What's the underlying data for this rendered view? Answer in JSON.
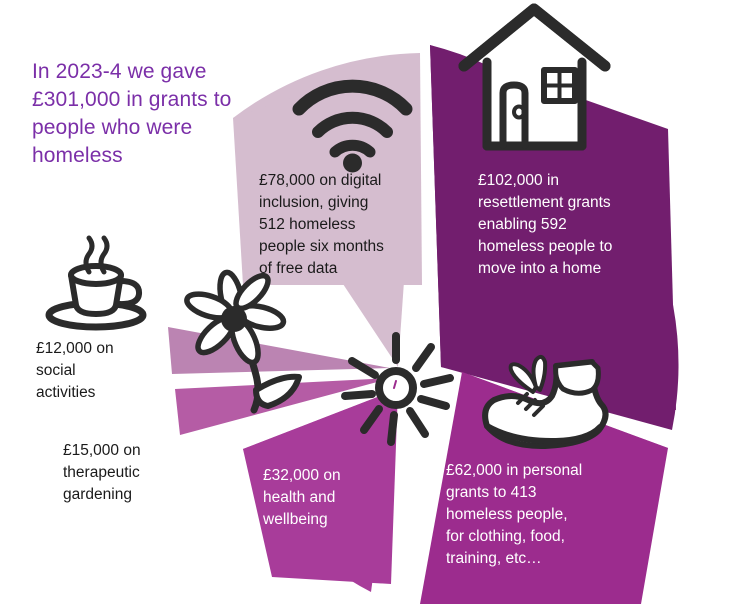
{
  "title": {
    "line1": "In 2023-4  we gave",
    "line2": "£301,000 in grants to",
    "line3": "people who were",
    "line4": "homeless",
    "color": "#7B2FA8"
  },
  "palette": {
    "light_purple": "#D5BDCF",
    "mid_purple": "#B55CA5",
    "mid_purple_pale": "#BB84B2",
    "deep_purple": "#721E6E",
    "ink": "#2b2b2b",
    "white": "#ffffff"
  },
  "chart_data": {
    "type": "pie",
    "title": "In 2023-4  we gave £301,000 in grants to people who were homeless",
    "total": 301000,
    "currency": "£",
    "units": "GBP",
    "legend": "inline labels",
    "exploded": true,
    "categories": [
      "Digital inclusion",
      "Resettlement grants",
      "Personal grants",
      "Health and wellbeing",
      "Therapeutic gardening",
      "Social activities"
    ],
    "values": [
      78000,
      102000,
      62000,
      32000,
      15000,
      12000
    ],
    "value_labels": [
      "£78,000",
      "£102,000",
      "£62,000",
      "£32,000",
      "£15,000",
      "£12,000"
    ],
    "percentages": [
      25.9,
      33.9,
      20.6,
      10.6,
      5.0,
      4.0
    ],
    "colors": [
      "#D5BDCF",
      "#721E6E",
      "#9C2C8E",
      "#A83C9A",
      "#B55CA5",
      "#BB84B2"
    ],
    "slices": [
      {
        "name": "digital-inclusion",
        "amount": "£78,000",
        "value": 78000,
        "label": "£78,000 on digital inclusion, giving 512 homeless people six months of free data",
        "beneficiaries": 512,
        "color": "#D5BDCF",
        "text_color": "#1a1a1a",
        "icon": "wifi-icon"
      },
      {
        "name": "resettlement",
        "amount": "£102,000",
        "value": 102000,
        "label": "£102,000 in resettlement grants enabling 592 homeless people to move into a home",
        "beneficiaries": 592,
        "color": "#721E6E",
        "text_color": "#ffffff",
        "icon": "house-icon"
      },
      {
        "name": "personal-grants",
        "amount": "£62,000",
        "value": 62000,
        "label": "£62,000 in  personal grants  to 413 homeless people, for clothing, food, training, etc…",
        "beneficiaries": 413,
        "color": "#9C2C8E",
        "text_color": "#ffffff",
        "icon": "shoe-icon"
      },
      {
        "name": "health-wellbeing",
        "amount": "£32,000",
        "value": 32000,
        "label": "£32,000 on health and wellbeing",
        "color": "#A83C9A",
        "text_color": "#ffffff",
        "icon": "sun-icon"
      },
      {
        "name": "therapeutic-gardening",
        "amount": "£15,000",
        "value": 15000,
        "label": "£15,000 on therapeutic gardening",
        "color": "#B55CA5",
        "text_color": "#1a1a1a",
        "icon": "flower-icon"
      },
      {
        "name": "social-activities",
        "amount": "£12,000",
        "value": 12000,
        "label": "£12,000 on social activities",
        "color": "#BB84B2",
        "text_color": "#1a1a1a",
        "icon": "teacup-icon"
      }
    ]
  },
  "labels": {
    "digital": {
      "l1": "£78,000 on digital",
      "l2": "inclusion, giving",
      "l3": "512 homeless",
      "l4": "people six months",
      "l5": "of free data"
    },
    "resettlement": {
      "l1": "£102,000 in",
      "l2": "resettlement grants",
      "l3": "enabling 592",
      "l4": "homeless people to",
      "l5": "move into a home"
    },
    "personal": {
      "l1": "£62,000 in  personal",
      "l2": "grants  to 413",
      "l3": "homeless people,",
      "l4": "for clothing, food,",
      "l5": "training, etc…"
    },
    "health": {
      "l1": "£32,000 on",
      "l2": "health and",
      "l3": "wellbeing"
    },
    "social": {
      "l1": "£12,000 on",
      "l2": "social",
      "l3": "activities"
    },
    "gardening": {
      "l1": "£15,000 on",
      "l2": "therapeutic",
      "l3": "gardening"
    }
  }
}
